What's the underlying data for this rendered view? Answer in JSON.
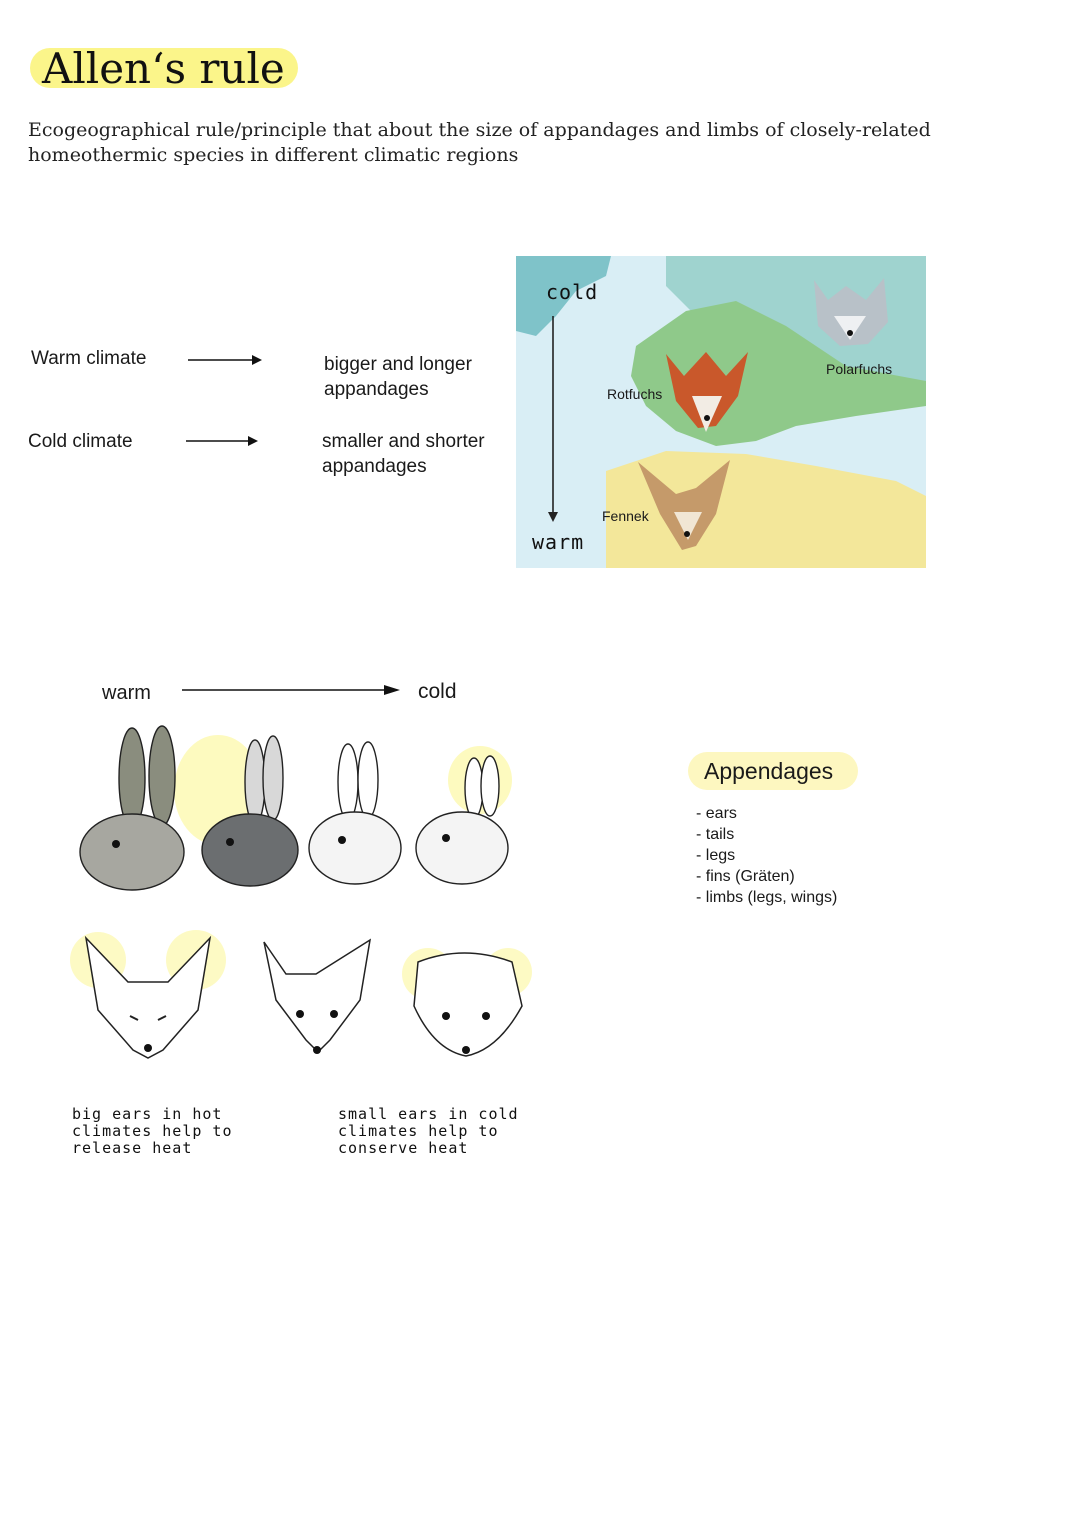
{
  "title": "Allen‘s rule",
  "intro": "Ecogeographical rule/principle that about the size of appandages and limbs of closely-related homeothermic species in different climatic regions",
  "rules": [
    {
      "climate": "Warm climate",
      "result_line1": "bigger and longer",
      "result_line2": "appandages"
    },
    {
      "climate": "Cold climate",
      "result_line1": "smaller and shorter",
      "result_line2": "appandages"
    }
  ],
  "map": {
    "top_label": "cold",
    "bottom_label": "warm",
    "species": [
      "Rotfuchs",
      "Polarfuchs",
      "Fennek"
    ],
    "colors": {
      "sea": "#d9eef5",
      "cold_zone": "#9fd3cf",
      "temperate_land": "#8fc98a",
      "desert": "#f3e79a"
    }
  },
  "gradient": {
    "start": "warm",
    "end": "cold"
  },
  "notes": {
    "big": [
      "big ears in hot",
      "climates help to",
      "release heat"
    ],
    "small": [
      "small ears in cold",
      "climates help to",
      "conserve heat"
    ]
  },
  "appendages": {
    "title": "Appendages",
    "items": [
      "- ears",
      "- tails",
      "- legs",
      "- fins (Gräten)",
      "- limbs (legs, wings)"
    ]
  },
  "colors": {
    "highlight": "#fbf58a"
  }
}
